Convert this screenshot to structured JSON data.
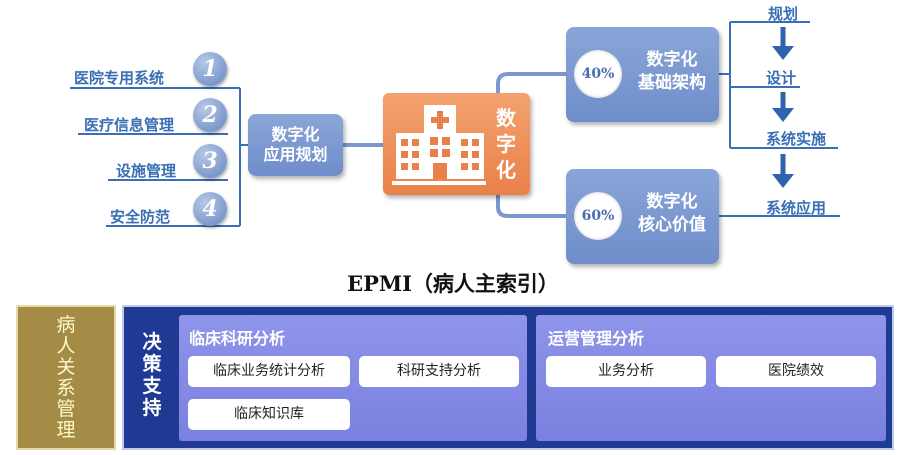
{
  "left_items": [
    {
      "label": "医院专用系统",
      "num": "1"
    },
    {
      "label": "医疗信息管理",
      "num": "2"
    },
    {
      "label": "设施管理",
      "num": "3"
    },
    {
      "label": "安全防范",
      "num": "4"
    }
  ],
  "app_planning": "数字化\n应用规划",
  "center_label": "数字化",
  "infra": {
    "percent": "40%",
    "label": "数字化\n基础架构"
  },
  "core": {
    "percent": "60%",
    "label": "数字化\n核心价值"
  },
  "steps": [
    "规划",
    "设计",
    "系统实施",
    "系统应用"
  ],
  "epmi_title": "EPMI（病人主索引）",
  "patient_mgmt": "病人关系管理",
  "decision": "决策支持",
  "clinical": {
    "title": "临床科研分析",
    "items": [
      "临床业务统计分析",
      "科研支持分析",
      "临床知识库"
    ]
  },
  "operations": {
    "title": "运营管理分析",
    "items": [
      "业务分析",
      "医院绩效"
    ]
  },
  "colors": {
    "accent_blue": "#3a6fb5",
    "box_blue": "#7b97cf",
    "orange": "#ef8d57",
    "gold": "#a58c46",
    "navy": "#1f3a93"
  }
}
